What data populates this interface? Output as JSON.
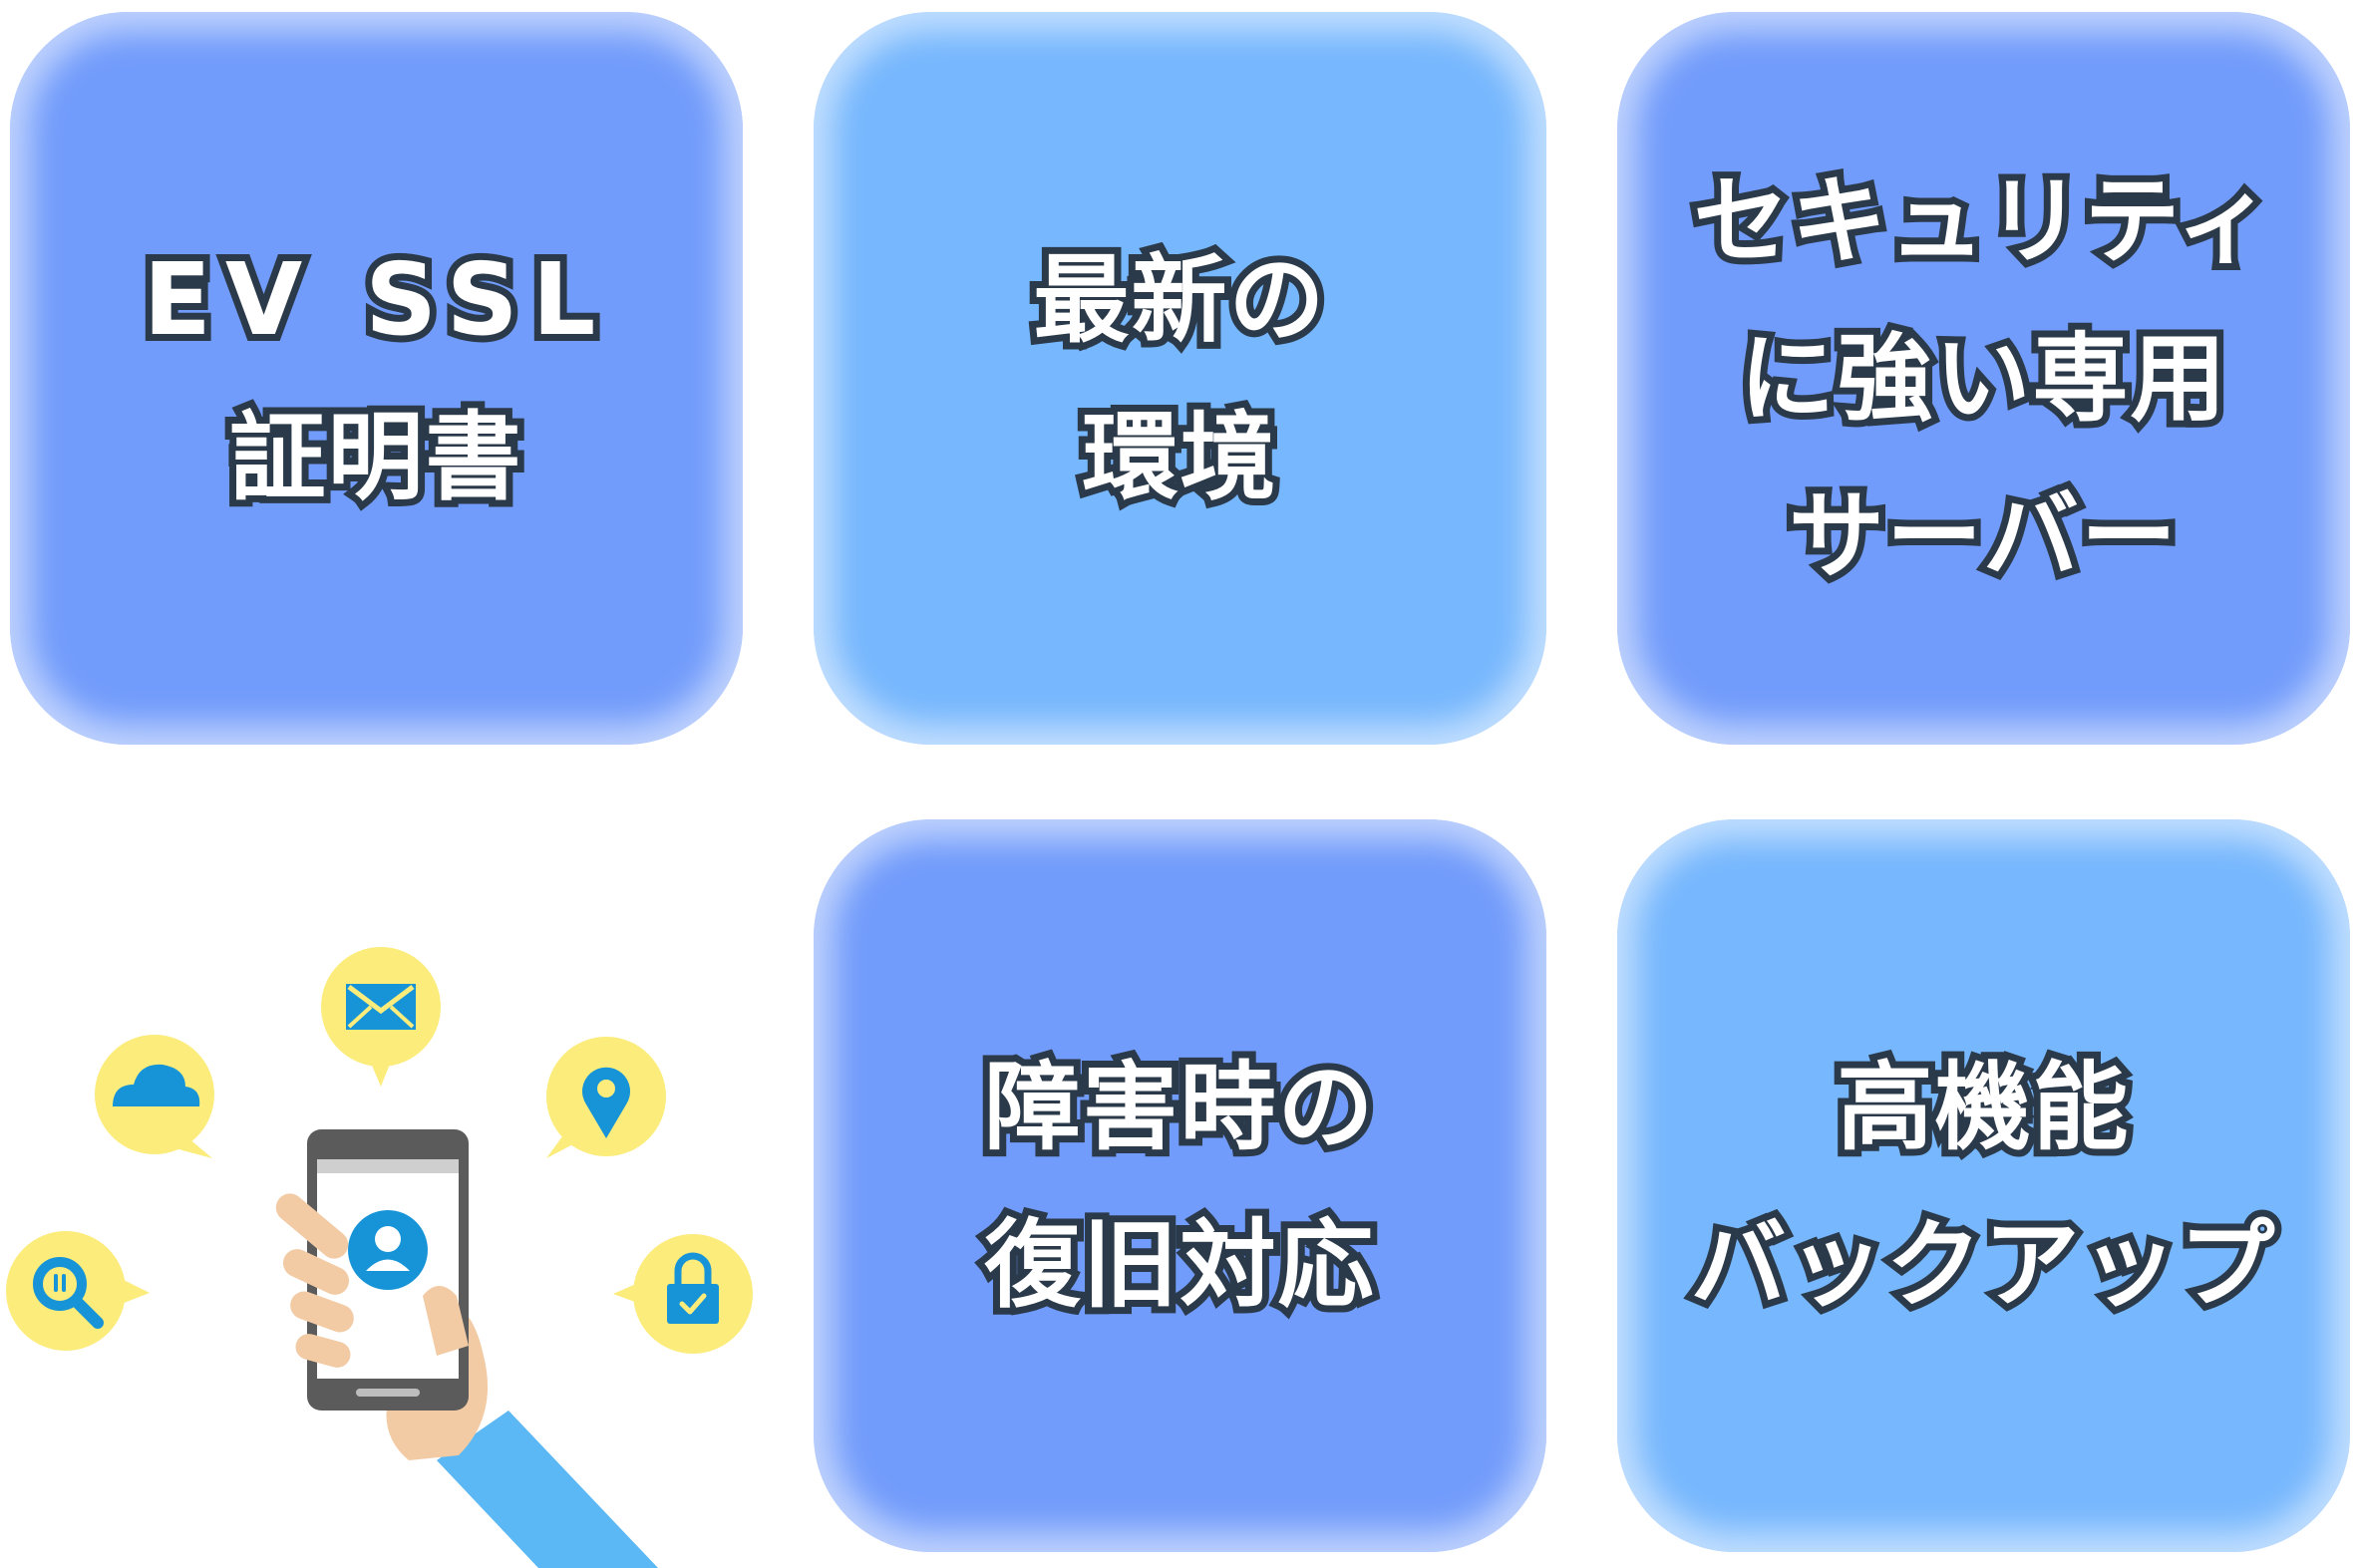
{
  "tiles": [
    {
      "id": "ev-ssl",
      "color": "#729cfb",
      "lines": [
        "EV SSL",
        "証明書"
      ]
    },
    {
      "id": "latest-environment",
      "color": "#76b7fd",
      "lines": [
        "最新の",
        "環境"
      ]
    },
    {
      "id": "security-server",
      "color": "#729cfb",
      "lines": [
        "セキュリティ",
        "に強い専用",
        "サーバー"
      ]
    },
    {
      "id": "failure-recovery",
      "color": "#729cfb",
      "lines": [
        "障害時の",
        "復旧対応"
      ]
    },
    {
      "id": "high-function-backup",
      "color": "#76b7fd",
      "lines": [
        "高機能",
        "バックアップ"
      ]
    }
  ],
  "illustration": {
    "icons": [
      "search-icon",
      "cloud-icon",
      "mail-icon",
      "location-pin-icon",
      "lock-icon",
      "user-icon"
    ],
    "colors": {
      "bubble": "#fbec7c",
      "icon_blue": "#1794d7",
      "phone_body": "#5b5b5b",
      "sleeve": "#5bb8f5",
      "skin": "#f2cba5"
    }
  }
}
